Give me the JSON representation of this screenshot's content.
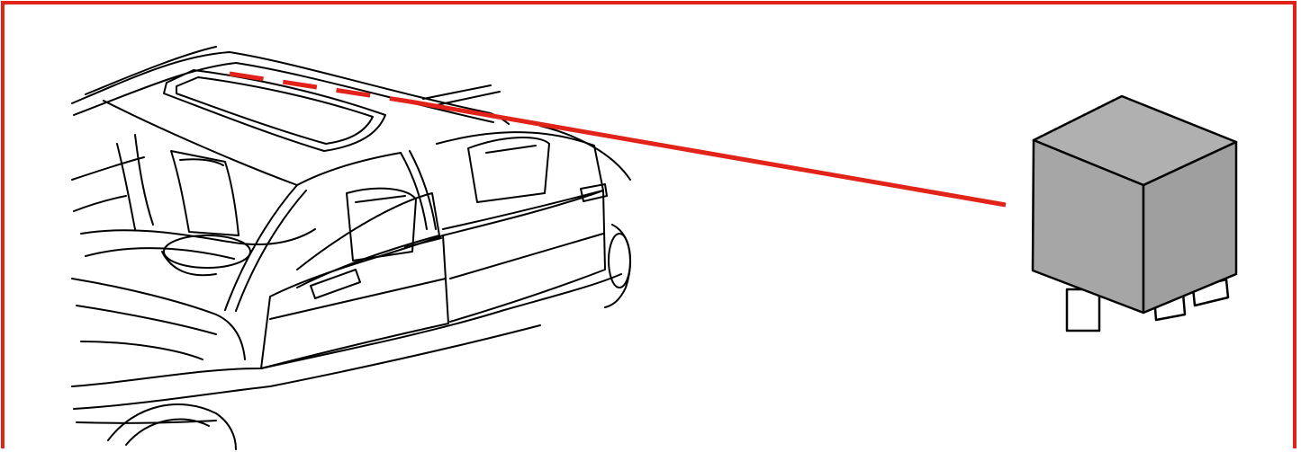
{
  "diagram": {
    "subject": "car",
    "component": "relay",
    "colors": {
      "frame": "#e2231a",
      "leader_line": "#e2231a",
      "line_art": "#000000",
      "relay_body": "#a8a8a8",
      "relay_top": "#b0b0b0",
      "relay_side": "#9c9c9c"
    },
    "leader": {
      "hidden_segment_style": "dashed",
      "visible_segment_style": "solid"
    }
  }
}
